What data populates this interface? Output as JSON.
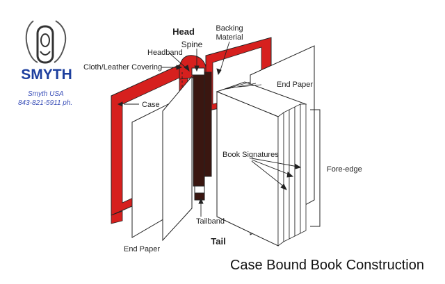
{
  "logo": {
    "brand": "SMYTH",
    "company": "Smyth USA",
    "phone": "843-821-5911 ph."
  },
  "diagram": {
    "caption": "Case Bound Book Construction",
    "labels": {
      "head": "Head",
      "spine": "Spine",
      "backing_line1": "Backing",
      "backing_line2": "Material",
      "headband": "Headband",
      "cloth_covering": "Cloth/Leather Covering",
      "case": "Case",
      "end_paper_right": "End Paper",
      "book_signatures": "Book Signatures",
      "fore_edge": "Fore-edge",
      "tailband": "Tailband",
      "end_paper_left": "End Paper",
      "tail": "Tail"
    },
    "colors": {
      "case_red": "#d6201e",
      "spine_brown": "#3a1610",
      "logo_blue": "#1d3f9e",
      "text_blue": "#3a4fb8"
    }
  }
}
